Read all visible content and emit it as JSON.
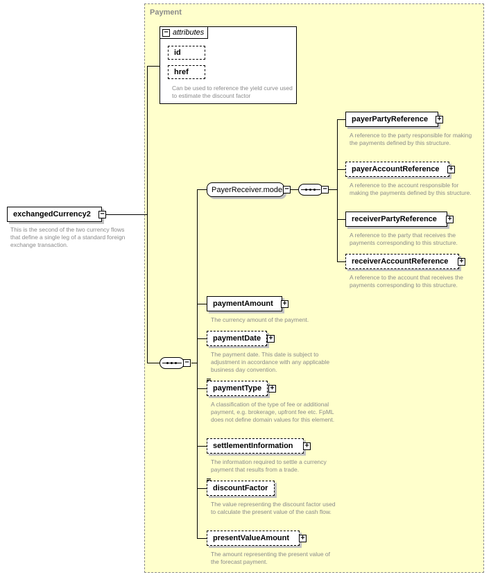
{
  "group": {
    "title": "Payment"
  },
  "root": {
    "name": "exchangedCurrency2",
    "description": "This is the second of the two currency flows that define a single leg of a standard foreign exchange transaction."
  },
  "attributes": {
    "label": "attributes",
    "items": [
      "id",
      "href"
    ],
    "description": "Can be used to reference the yield curve used to estimate the discount factor"
  },
  "model": {
    "name": "PayerReceiver.model"
  },
  "model_elements": [
    {
      "name": "payerPartyReference",
      "description": "A reference to the party responsible for making the payments defined by this structure."
    },
    {
      "name": "payerAccountReference",
      "description": "A reference to the account responsible for making the payments defined by this structure."
    },
    {
      "name": "receiverPartyReference",
      "description": "A reference to the party that receives the payments corresponding to this structure."
    },
    {
      "name": "receiverAccountReference",
      "description": "A reference to the account that receives the payments corresponding to this structure."
    }
  ],
  "elements": [
    {
      "name": "paymentAmount",
      "description": "The currency amount of the payment."
    },
    {
      "name": "paymentDate",
      "description": "The payment date. This date is subject to adjustment in accordance with any applicable business day convention."
    },
    {
      "name": "paymentType",
      "description": "A classification of the type of fee or additional payment, e.g. brokerage, upfront fee etc. FpML does not define domain values for this element."
    },
    {
      "name": "settlementInformation",
      "description": "The information required to settle a currency payment that results from a trade."
    },
    {
      "name": "discountFactor",
      "description": "The value representing the discount factor used to calculate the present value of the cash flow."
    },
    {
      "name": "presentValueAmount",
      "description": "The amount representing the present value of the forecast payment."
    }
  ]
}
